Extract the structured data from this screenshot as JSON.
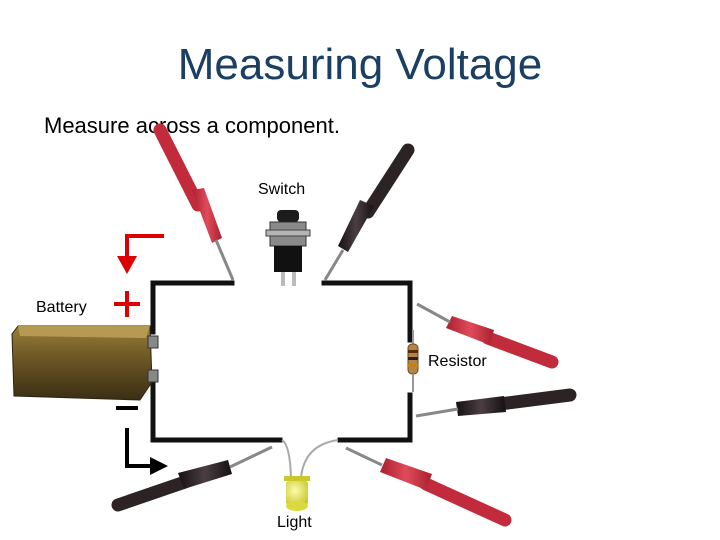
{
  "slide": {
    "title": "Measuring Voltage",
    "subtitle": "Measure across a component."
  },
  "labels": {
    "switch": "Switch",
    "battery": "Battery",
    "resistor": "Resistor",
    "light": "Light"
  },
  "colors": {
    "title": "#1b3f63",
    "wire": "#111111",
    "polarity_markers": "#dd0000",
    "probe_red": "#d8384a",
    "probe_black": "#2a2224",
    "battery_body": "#6e5a2a",
    "led": "#e6e640"
  }
}
